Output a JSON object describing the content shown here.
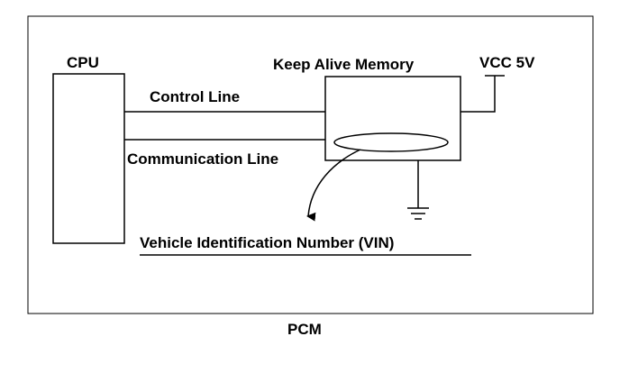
{
  "diagram": {
    "labels": {
      "cpu": "CPU",
      "kam": "Keep Alive Memory",
      "vcc": "VCC 5V",
      "control_line": "Control Line",
      "communication_line": "Communication Line",
      "vin": "Vehicle Identification Number (VIN)",
      "pcm": "PCM"
    },
    "colors": {
      "stroke": "#000000",
      "background": "#ffffff"
    }
  }
}
